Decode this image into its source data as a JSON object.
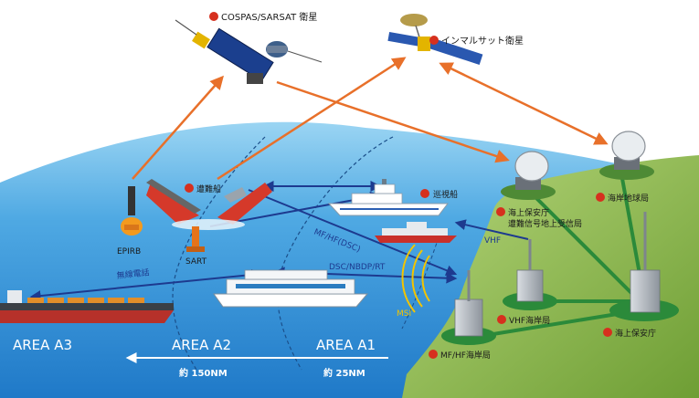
{
  "labels": {
    "cospas_sarsat": "COSPAS/SARSAT 衛星",
    "inmarsat": "インマルサット衛星",
    "epirb": "EPIRB",
    "sart": "SART",
    "distress_ship": "遭難船",
    "patrol_ship": "巡視船",
    "coast_guard_station": "海上保安庁",
    "distress_signal_station": "遭難信号地上受信局",
    "coast_earth_station": "海岸地球局",
    "radiotelephone": "無線電話",
    "mf_hf_dsc": "MF/HF(DSC)",
    "dsc_nbdp_rt": "DSC/NBDP/RT",
    "vhf": "VHF",
    "msi": "MSI",
    "vhf_coast_station": "VHF海岸局",
    "mf_hf_coast_station": "MF/HF海岸局",
    "coast_guard": "海上保安庁"
  },
  "areas": {
    "a3": "AREA A3",
    "a2": "AREA A2",
    "a1": "AREA A1",
    "a2_range": "約 150NM",
    "a1_range": "約 25NM"
  },
  "colors": {
    "sea_dark": "#1a7fd0",
    "sea_light": "#7fc7ef",
    "land": "#8fb74a",
    "orange_arrow": "#e8702a",
    "navy_arrow": "#1d3a8f",
    "green_link": "#2b8a3a",
    "red_marker": "#d6301e"
  }
}
